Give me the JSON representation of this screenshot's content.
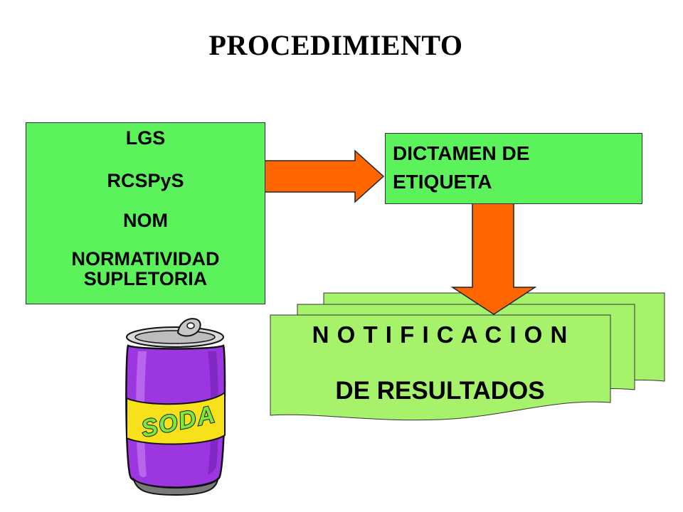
{
  "title": "PROCEDIMIENTO",
  "sources": {
    "lines": [
      "LGS",
      "RCSPyS",
      "NOM",
      "NORMATIVIDAD",
      "SUPLETORIA"
    ]
  },
  "dictamen": {
    "lines": [
      "DICTAMEN DE",
      "ETIQUETA"
    ]
  },
  "result": {
    "line1": "N O T I F I C A C I O N",
    "line2": "DE RESULTADOS"
  },
  "illustration": {
    "icon": "soda-can-icon",
    "label": "SODA"
  },
  "colors": {
    "box_green": "#5cf25c",
    "document_green": "#a6f26b",
    "arrow_orange": "#ff6600",
    "can_purple": "#9b36e0",
    "label_yellow": "#f7e11a",
    "lettering_green": "#7be83c"
  }
}
